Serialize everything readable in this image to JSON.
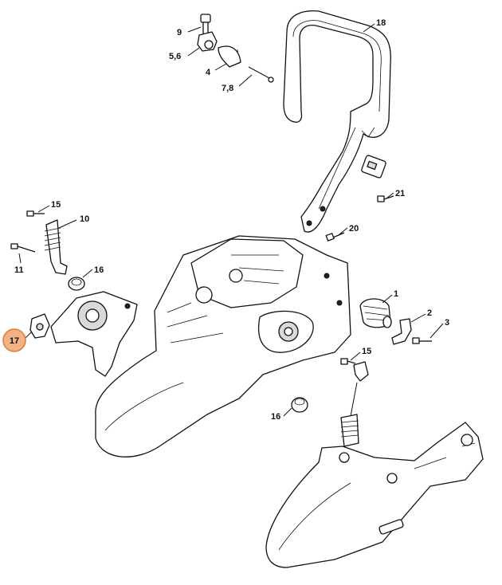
{
  "diagram": {
    "callouts": [
      {
        "id": "c-18",
        "text": "18"
      },
      {
        "id": "c-9",
        "text": "9"
      },
      {
        "id": "c-56",
        "text": "5,6"
      },
      {
        "id": "c-4",
        "text": "4"
      },
      {
        "id": "c-78",
        "text": "7,8"
      },
      {
        "id": "c-21",
        "text": "21"
      },
      {
        "id": "c-20",
        "text": "20"
      },
      {
        "id": "c-15a",
        "text": "15"
      },
      {
        "id": "c-10",
        "text": "10"
      },
      {
        "id": "c-11",
        "text": "11"
      },
      {
        "id": "c-16a",
        "text": "16"
      },
      {
        "id": "c-17",
        "text": "17"
      },
      {
        "id": "c-1",
        "text": "1"
      },
      {
        "id": "c-2",
        "text": "2"
      },
      {
        "id": "c-3",
        "text": "3"
      },
      {
        "id": "c-15b",
        "text": "15"
      },
      {
        "id": "c-16b",
        "text": "16"
      }
    ],
    "highlight_color": "#f2b283",
    "highlight_border": "#e07a30"
  }
}
